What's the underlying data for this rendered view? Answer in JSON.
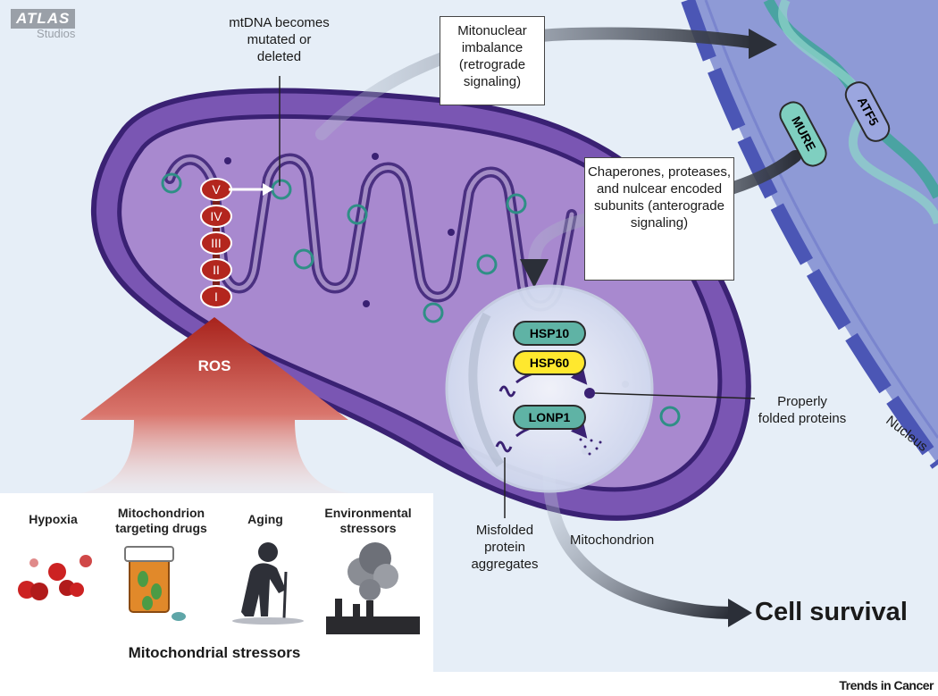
{
  "brand": {
    "name": "ATLAS",
    "sub": "Studios"
  },
  "labels": {
    "mtdna": "mtDNA becomes mutated or deleted",
    "ros": "ROS",
    "properly_folded": "Properly folded proteins",
    "misfolded": "Misfolded protein aggregates",
    "mitochondrion": "Mitochondrion",
    "nucleus": "Nucleus",
    "cell_survival": "Cell survival"
  },
  "boxes": {
    "retrograde": "Mitonuclear imbalance (retrograde signaling)",
    "anterograde": "Chaperones, proteases, and nulcear encoded subunits (anterograde signaling)"
  },
  "complexes": [
    "V",
    "IV",
    "III",
    "II",
    "I"
  ],
  "chaperones": {
    "hsp10": "HSP10",
    "hsp60": "HSP60",
    "lonp1": "LONP1"
  },
  "dna_labels": {
    "mure": "MURE",
    "atf5": "ATF5"
  },
  "stressors": {
    "title": "Mitochondrial stressors",
    "items": [
      {
        "label": "Hypoxia"
      },
      {
        "label": "Mitochondrion targeting drugs"
      },
      {
        "label": "Aging"
      },
      {
        "label": "Environmental stressors"
      }
    ]
  },
  "footer": "Trends in Cancer",
  "colors": {
    "background": "#e6eef7",
    "nucleus": "#8e9ad6",
    "membrane_dark": "#3a2173",
    "matrix": "#a889cf",
    "complex_red": "#b3261e",
    "hsp_teal": "#5fb3a5",
    "hsp_yellow": "#ffe82e"
  }
}
